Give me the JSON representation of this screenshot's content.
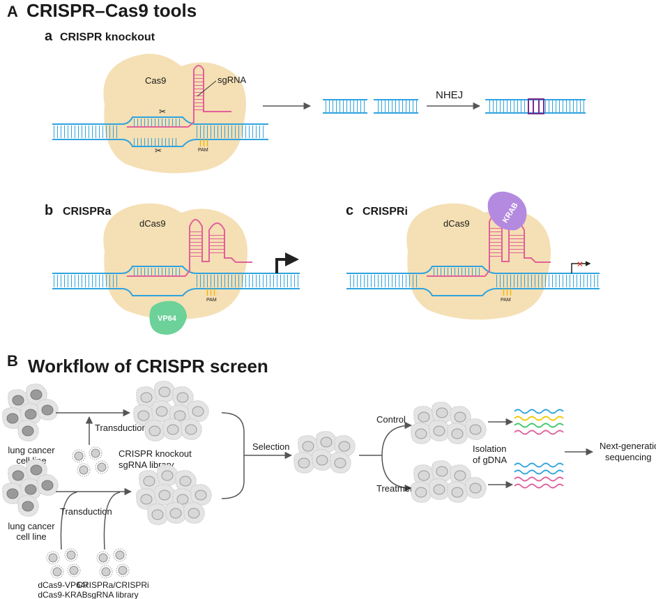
{
  "panelA": {
    "letter": "A",
    "title": "CRISPR–Cas9 tools",
    "a": {
      "letter": "a",
      "title": "CRISPR knockout",
      "protein": "Cas9",
      "guide": "sgRNA",
      "pam": "PAM",
      "repair": "NHEJ"
    },
    "b": {
      "letter": "b",
      "title": "CRISPRa",
      "protein": "dCas9",
      "pam": "PAM",
      "effector": "VP64"
    },
    "c": {
      "letter": "c",
      "title": "CRISPRi",
      "protein": "dCas9",
      "pam": "PAM",
      "effector": "KRAB"
    }
  },
  "panelB": {
    "letter": "B",
    "title": "Workflow of CRISPR screen",
    "cell_line_top": [
      "lung cancer",
      "cell line"
    ],
    "cell_line_bottom": [
      "lung cancer",
      "cell line"
    ],
    "transduction_top": "Transduction",
    "transduction_bottom": "Transduction",
    "library_top": [
      "CRISPR knockout",
      "sgRNA library"
    ],
    "vector_bottom": [
      "dCas9-VP64/",
      "dCas9-KRAB"
    ],
    "library_bottom": [
      "CRISPRa/CRISPRi",
      "sgRNA library"
    ],
    "selection": "Selection",
    "control": "Control",
    "treatment": "Treatment",
    "isolation": [
      "Isolation",
      "of gDNA"
    ],
    "ngs": [
      "Next-generation",
      "sequencing"
    ]
  },
  "colors": {
    "dna": "#2ea3df",
    "rna": "#e0609a",
    "pam": "#f0b400",
    "protein": "#f5dfb4",
    "vp64": "#6dd19a",
    "krab": "#b48ae0",
    "indel": "#7a2a8a",
    "arrow": "#555555",
    "cell": "#d8d8d8"
  }
}
